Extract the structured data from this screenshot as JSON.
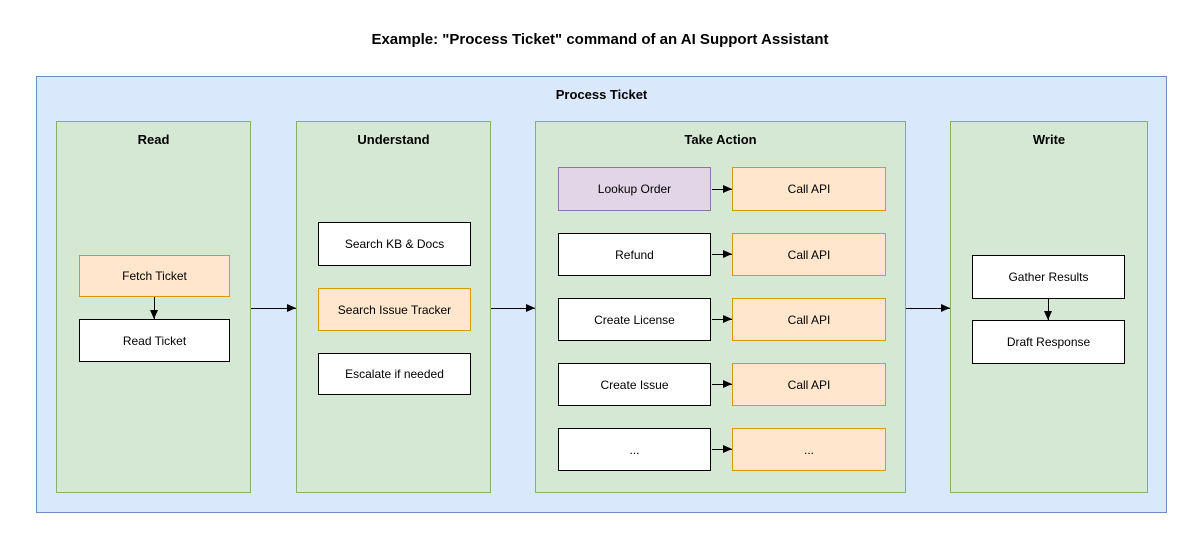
{
  "title": "Example: \"Process Ticket\" command of an AI Support Assistant",
  "container": {
    "label": "Process Ticket"
  },
  "colors": {
    "container_fill": "#dae8fc",
    "container_border": "#6c8ebf",
    "section_fill": "#d5e8d4",
    "section_border": "#82b366",
    "tool_fill": "#ffe6cc",
    "tool_border": "#d79b00",
    "highlight_fill": "#e1d5e7",
    "highlight_border": "#9673a6",
    "node_fill": "#ffffff",
    "node_border": "#000000",
    "arrow": "#000000"
  },
  "sections": {
    "read": {
      "label": "Read",
      "steps": [
        {
          "label": "Fetch Ticket",
          "style": "orange"
        },
        {
          "label": "Read Ticket",
          "style": "white"
        }
      ]
    },
    "understand": {
      "label": "Understand",
      "steps": [
        {
          "label": "Search KB & Docs",
          "style": "white"
        },
        {
          "label": "Search Issue Tracker",
          "style": "orange"
        },
        {
          "label": "Escalate if needed",
          "style": "white"
        }
      ]
    },
    "take_action": {
      "label": "Take Action",
      "rows": [
        {
          "action": "Lookup Order",
          "action_style": "purple",
          "call": "Call API"
        },
        {
          "action": "Refund",
          "action_style": "white",
          "call": "Call API"
        },
        {
          "action": "Create License",
          "action_style": "white",
          "call": "Call API"
        },
        {
          "action": "Create Issue",
          "action_style": "white",
          "call": "Call API"
        },
        {
          "action": "...",
          "action_style": "white",
          "call": "..."
        }
      ]
    },
    "write": {
      "label": "Write",
      "steps": [
        {
          "label": "Gather Results",
          "style": "white"
        },
        {
          "label": "Draft Response",
          "style": "white"
        }
      ]
    }
  }
}
